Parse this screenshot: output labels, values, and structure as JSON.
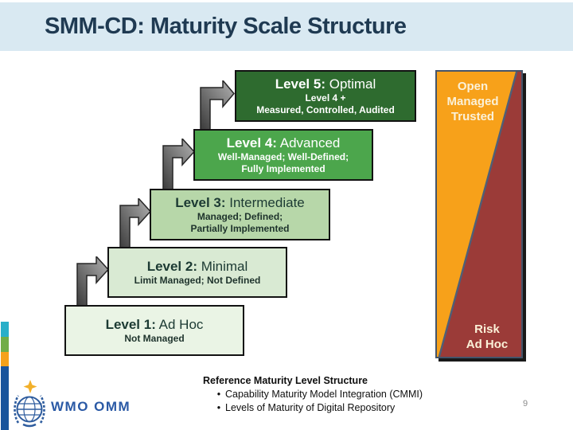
{
  "slide": {
    "title": "SMM-CD: Maturity Scale Structure",
    "title_color": "#1F3A52",
    "band_color": "#D9E9F2",
    "page_number": "9",
    "page_number_color": "#8A8A8A"
  },
  "levels": [
    {
      "heading_bold": "Level 5:",
      "heading_rest": " Optimal",
      "lines": [
        "Level 4 +",
        "Measured, Controlled, Audited"
      ],
      "fill": "#2E6B2F",
      "border": "#121212",
      "heading_color": "#FFFFFF",
      "sub_color": "#FFFFFF"
    },
    {
      "heading_bold": "Level 4:",
      "heading_rest": " Advanced",
      "lines": [
        "Well-Managed; Well-Defined;",
        "Fully Implemented"
      ],
      "fill": "#4CA64C",
      "border": "#121212",
      "heading_color": "#FFFFFF",
      "sub_color": "#FFFFFF"
    },
    {
      "heading_bold": "Level 3:",
      "heading_rest": " Intermediate",
      "lines": [
        "Managed; Defined;",
        "Partially Implemented"
      ],
      "fill": "#B7D7A9",
      "border": "#121212",
      "heading_color": "#1C3A33",
      "sub_color": "#1E332C"
    },
    {
      "heading_bold": "Level 2:",
      "heading_rest": " Minimal",
      "lines": [
        "Limit Managed; Not Defined"
      ],
      "fill": "#D9EAD3",
      "border": "#121212",
      "heading_color": "#1C3A33",
      "sub_color": "#1E332C"
    },
    {
      "heading_bold": "Level 1:",
      "heading_rest": " Ad Hoc",
      "lines": [
        "Not Managed"
      ],
      "fill": "#EAF4E5",
      "border": "#121212",
      "heading_color": "#1C3A33",
      "sub_color": "#1E332C"
    }
  ],
  "scale_bar": {
    "top_lines": [
      "Open",
      "Managed",
      "Trusted"
    ],
    "bottom_lines": [
      "Risk",
      "Ad Hoc"
    ],
    "orange": "#F7A11A",
    "red": "#9B3B38",
    "diagonal": "#4E5F78",
    "border": "#44546A",
    "text_color": "#FBF1D8"
  },
  "arrows": {
    "gradient_from": "#3A3A3A",
    "gradient_to": "#B2B2B2",
    "stroke": "#262626"
  },
  "stripes": [
    {
      "color": "#29AFC9"
    },
    {
      "color": "#71AD47"
    },
    {
      "color": "#F5A11A"
    },
    {
      "color": "#19549C"
    }
  ],
  "footer": {
    "heading": "Reference Maturity Level Structure",
    "bullet_char": "•",
    "bullets": [
      "Capability Maturity Model Integration (CMMI)",
      "Levels of Maturity of Digital Repository"
    ],
    "logo_text": "WMO OMM",
    "logo_blue": "#2E5C9E",
    "logo_gold": "#F2B02A",
    "logo_text_color": "#2A59A5"
  }
}
